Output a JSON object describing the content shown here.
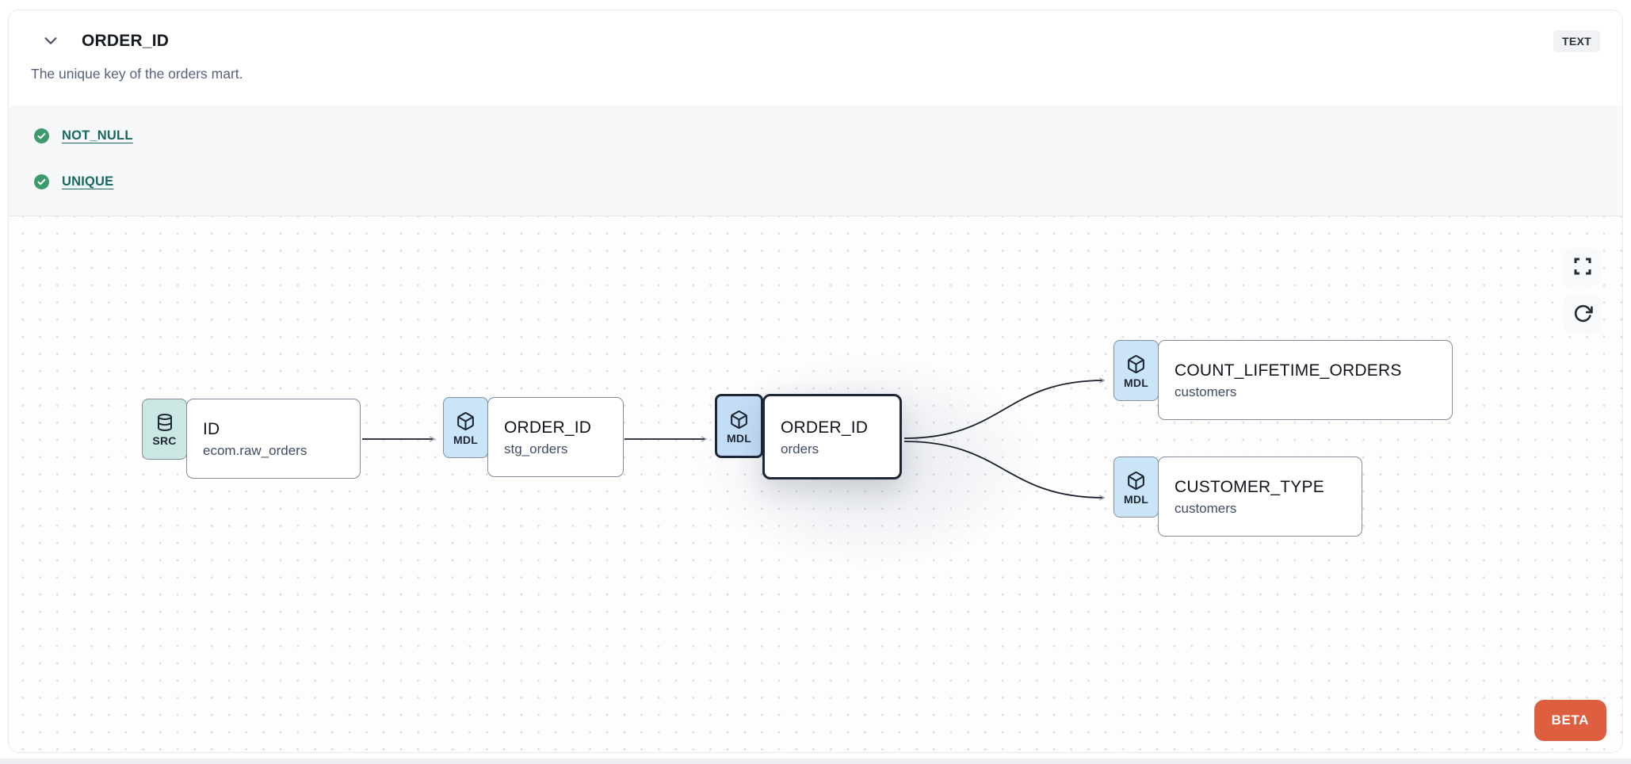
{
  "colors": {
    "accent": "#DD5F3F",
    "test_link": "#17695F",
    "test_pass_green": "#3D9A6A",
    "mdl_badge": "#CBE5F8",
    "src_badge": "#CBE7E3",
    "node_border": "#848D9B",
    "selected_border": "#1D2737",
    "edge_line": "#1A202B",
    "arrowhead": "#9AA3AE",
    "tests_bg": "#F7F8FA",
    "canvas_dot": "#D8DBE0",
    "card_border": "#E8EAED"
  },
  "header": {
    "title": "ORDER_ID",
    "type_badge": "TEXT",
    "description": "The unique key of the orders mart."
  },
  "tests": [
    {
      "name": "NOT_NULL",
      "status": "pass"
    },
    {
      "name": "UNIQUE",
      "status": "pass"
    }
  ],
  "lineage": {
    "nodes": [
      {
        "badge": "SRC",
        "icon": "database-icon",
        "title": "ID",
        "subtitle": "ecom.raw_orders",
        "selected": false
      },
      {
        "badge": "MDL",
        "icon": "cube-icon",
        "title": "ORDER_ID",
        "subtitle": "stg_orders",
        "selected": false
      },
      {
        "badge": "MDL",
        "icon": "cube-icon",
        "title": "ORDER_ID",
        "subtitle": "orders",
        "selected": true
      },
      {
        "badge": "MDL",
        "icon": "cube-icon",
        "title": "COUNT_LIFETIME_ORDERS",
        "subtitle": "customers",
        "selected": false
      },
      {
        "badge": "MDL",
        "icon": "cube-icon",
        "title": "CUSTOMER_TYPE",
        "subtitle": "customers",
        "selected": false
      }
    ],
    "edges": [
      {
        "from": "ID (ecom.raw_orders)",
        "to": "ORDER_ID (stg_orders)"
      },
      {
        "from": "ORDER_ID (stg_orders)",
        "to": "ORDER_ID (orders)"
      },
      {
        "from": "ORDER_ID (orders)",
        "to": "COUNT_LIFETIME_ORDERS (customers)"
      },
      {
        "from": "ORDER_ID (orders)",
        "to": "CUSTOMER_TYPE (customers)"
      }
    ],
    "beta_label": "BETA"
  }
}
